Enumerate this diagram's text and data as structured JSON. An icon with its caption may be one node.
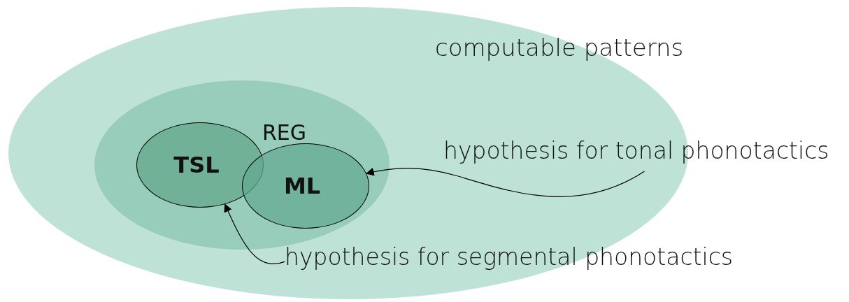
{
  "diagram": {
    "nodes": [
      {
        "text": [
          "computable patterns"
        ]
      },
      {
        "text": [
          "REG"
        ],
        "in": 0
      },
      {
        "text": [
          "TSL"
        ],
        "in": 1
      },
      {
        "text": [
          "ML"
        ],
        "in": 1
      },
      {
        "text": [
          "hypothesis for tonal phonotactics"
        ]
      },
      {
        "text": [
          "hypothesis for segmental phonotactics"
        ]
      }
    ],
    "edges": [
      {
        "from": 4,
        "to": 3,
        "arrow": "to"
      },
      {
        "from": 5,
        "to": 2,
        "arrow": "to"
      }
    ]
  }
}
